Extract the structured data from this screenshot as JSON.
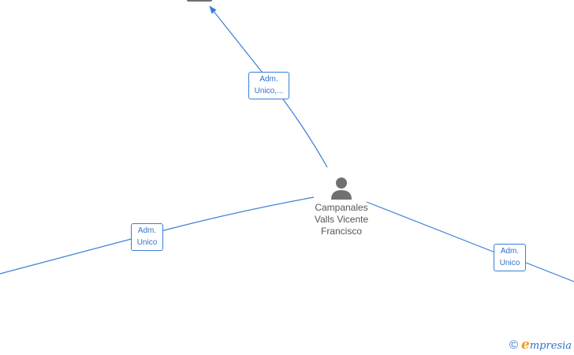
{
  "person": {
    "name_lines": [
      "Campanales",
      "Valls Vicente",
      "Francisco"
    ],
    "icon": "person-icon"
  },
  "edges": [
    {
      "id": "top",
      "label_lines": [
        "Adm.",
        "Unico,..."
      ]
    },
    {
      "id": "left",
      "label_lines": [
        "Adm.",
        "Unico"
      ]
    },
    {
      "id": "right",
      "label_lines": [
        "Adm.",
        "Unico"
      ]
    }
  ],
  "footer": {
    "copyright_symbol": "©",
    "brand_initial": "e",
    "brand_rest": "mpresia"
  },
  "colors": {
    "edge": "#3a7fd5",
    "label_text": "#2f73c8",
    "person_icon": "#707070",
    "brand_accent": "#f29a1f"
  }
}
